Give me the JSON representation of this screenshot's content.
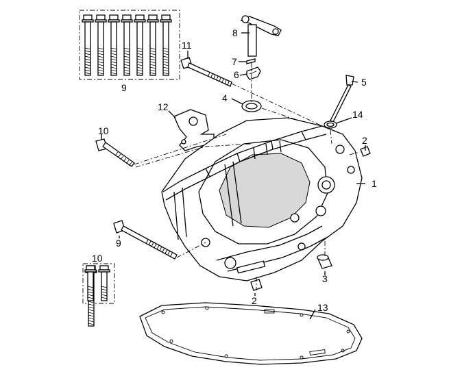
{
  "callouts": {
    "c1": "1",
    "c2a": "2",
    "c2b": "2",
    "c3": "3",
    "c4": "4",
    "c5": "5",
    "c6": "6",
    "c7": "7",
    "c8": "8",
    "c9a": "9",
    "c9b": "9",
    "c10a": "10",
    "c10b": "10",
    "c11": "11",
    "c12": "12",
    "c13": "13",
    "c14": "14"
  }
}
